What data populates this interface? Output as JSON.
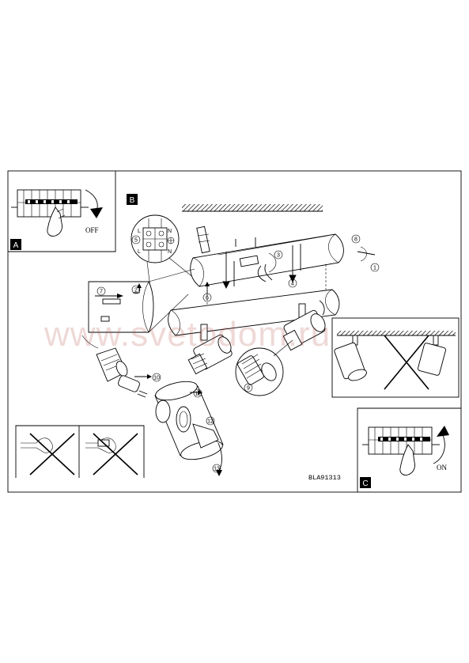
{
  "panels": {
    "a": {
      "letter": "A",
      "switch_text": "OFF"
    },
    "b": {
      "letter": "B"
    },
    "c": {
      "letter": "C",
      "switch_text": "ON"
    }
  },
  "terminal": {
    "l_top": "L",
    "n_top": "N",
    "l_bottom": "L",
    "n_bottom": "N"
  },
  "steps": [
    "1",
    "2",
    "3",
    "4",
    "5",
    "6",
    "7",
    "8",
    "9",
    "10",
    "11",
    "12",
    "13"
  ],
  "model_code": "BLA91313",
  "watermark": "www.svetodom.ru"
}
